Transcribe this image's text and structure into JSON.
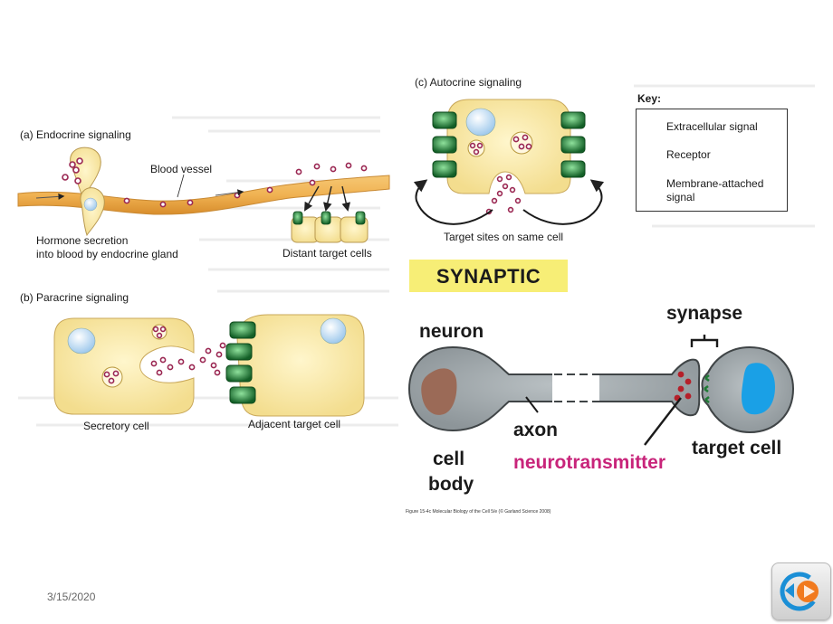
{
  "endocrine": {
    "title": "(a)  Endocrine signaling",
    "blood_vessel_label": "Blood vessel",
    "hormone_label_1": "Hormone secretion",
    "hormone_label_2": "into blood by endocrine gland",
    "targets_label": "Distant target cells"
  },
  "paracrine": {
    "title": "(b)  Paracrine signaling",
    "secretory_label": "Secretory cell",
    "adjacent_label": "Adjacent target cell"
  },
  "autocrine": {
    "title": "(c)  Autocrine signaling",
    "target_sites_label": "Target sites on same cell"
  },
  "key": {
    "title": "Key:",
    "items": [
      {
        "label": "Extracellular signal",
        "icon": "extracellular-signal-icon"
      },
      {
        "label": "Receptor",
        "icon": "receptor-icon"
      },
      {
        "label": "Membrane-attached",
        "icon": "membrane-signal-icon"
      },
      {
        "label": "signal",
        "icon": ""
      }
    ]
  },
  "synaptic": {
    "title": "SYNAPTIC",
    "neuron_label": "neuron",
    "synapse_label": "synapse",
    "axon_label": "axon",
    "cell_body_label_1": "cell",
    "cell_body_label_2": "body",
    "neurotransmitter_label": "neurotransmitter",
    "target_cell_label": "target cell",
    "credit": "Figure 15-4c  Molecular Biology of the Cell 5/e (© Garland Science 2008)"
  },
  "footer": {
    "date": "3/15/2020"
  },
  "colors": {
    "cell_fill": "#f8e7a3",
    "cell_stroke": "#c9a85a",
    "signal": "#9a2752",
    "receptor": "#1f7a35",
    "vessel": "#e8a84b",
    "neuron_fill": "#a9b0b3",
    "nucleus_brown": "#9b6a57",
    "nucleus_blue": "#1aa0e6",
    "banner": "#f7ee76",
    "neurotransmitter_text": "#c8247a"
  }
}
